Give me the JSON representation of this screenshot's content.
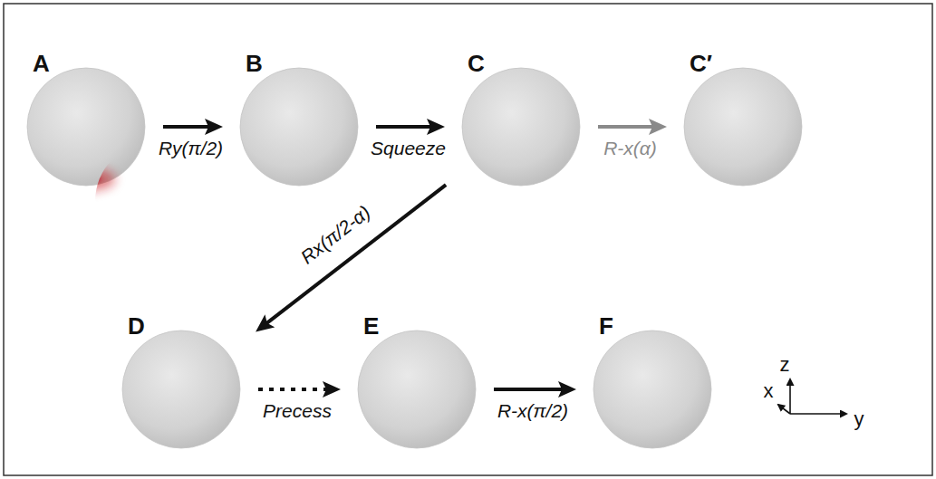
{
  "diagram": {
    "nodes": [
      {
        "text": [
          "A"
        ]
      },
      {
        "text": [
          "B"
        ]
      },
      {
        "text": [
          "C"
        ]
      },
      {
        "text": [
          "C′"
        ]
      },
      {
        "text": [
          "D"
        ]
      },
      {
        "text": [
          "E"
        ]
      },
      {
        "text": [
          "F"
        ]
      }
    ],
    "edges": [
      {
        "from": 0,
        "to": 1,
        "arrow": "to",
        "label": "Ry(π/2)"
      },
      {
        "from": 1,
        "to": 2,
        "arrow": "to",
        "label": "Squeeze"
      },
      {
        "from": 2,
        "to": 3,
        "arrow": "to",
        "label": "R-x(α)"
      },
      {
        "from": 2,
        "to": 4,
        "arrow": "to",
        "label": "Rx(π/2-α)"
      },
      {
        "from": 4,
        "to": 5,
        "arrow": "to",
        "label": "Precess"
      },
      {
        "from": 5,
        "to": 6,
        "arrow": "to",
        "label": "R-x(π/2)"
      }
    ],
    "labels": [
      "z",
      "x",
      "y"
    ]
  }
}
